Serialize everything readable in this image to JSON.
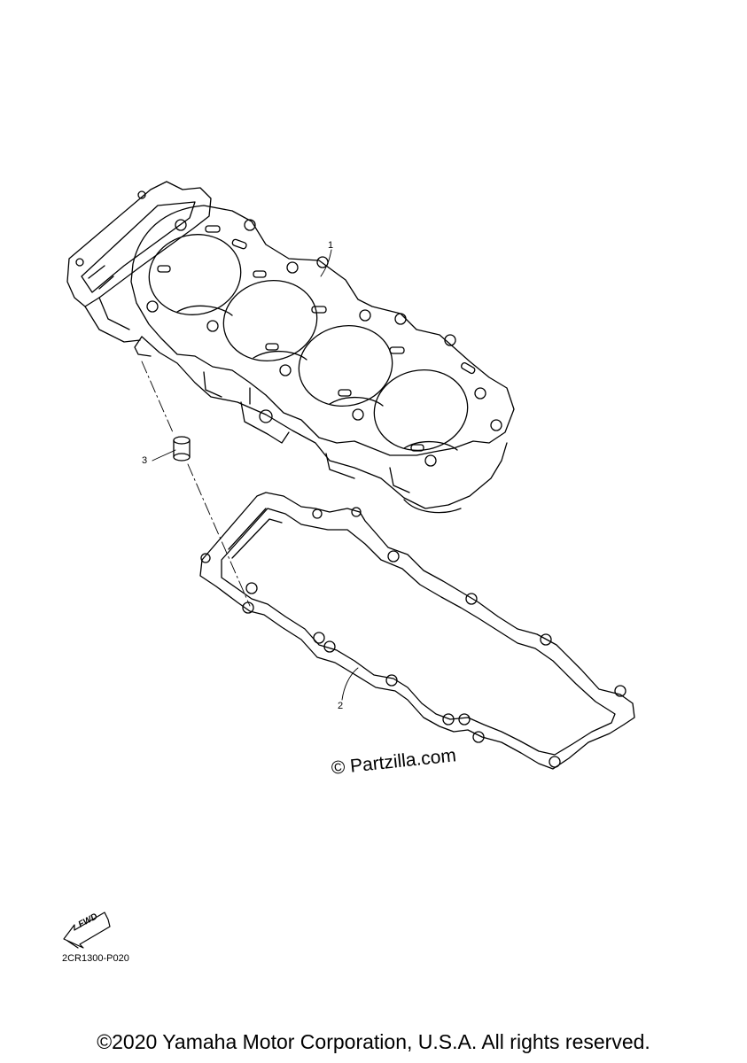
{
  "diagram": {
    "callouts": [
      {
        "number": "1",
        "part": "cylinder"
      },
      {
        "number": "2",
        "part": "base-gasket"
      },
      {
        "number": "3",
        "part": "dowel-pin"
      }
    ],
    "watermark": "© Partzilla.com",
    "fwd_label": "FWD",
    "part_code": "2CR1300-P020"
  },
  "footer": {
    "copyright": "©2020 Yamaha Motor Corporation, U.S.A. All rights reserved."
  }
}
